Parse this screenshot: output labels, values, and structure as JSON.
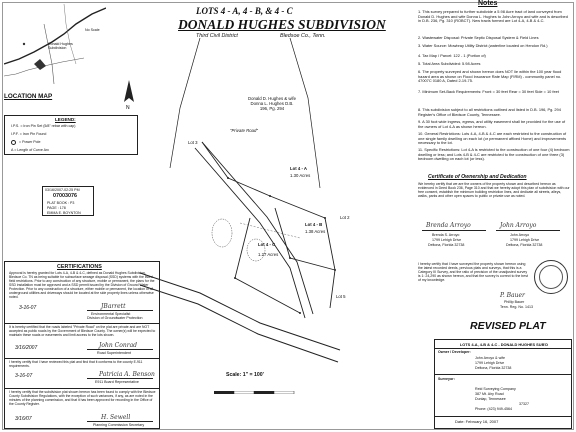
{
  "title": {
    "lots": "LOTS 4 - A, 4 - B, & 4 - C",
    "subdivision": "DONALD HUGHES SUBDIVISION",
    "district": "Third Civil District",
    "county": "Bledsoe Co., Tenn."
  },
  "location_map": {
    "label": "LOCATION MAP",
    "nts": "No Scale",
    "subdivision_label": "Donald Hughes Subdivision"
  },
  "legend": {
    "title": "LEGEND:",
    "items": [
      "I.P.S. = Iron Pin Set (5/8\" rebar with cap)",
      "I.P.F. = Iron Pin Found",
      "= Power Pole",
      "A = Length of Curve Arc"
    ]
  },
  "stamp": {
    "line1": "03/16/2007-02:25 PM",
    "book": "07003076",
    "plat": "PLAT BOOK : P3",
    "page": "PAGE : 178",
    "register": "EMMA E. BOYNTON"
  },
  "certifications": {
    "title": "CERTIFICATIONS",
    "block1": "Approval is hereby granted for Lots 4-A, 4-B & 4-C, defined as Donald Hughes Subdivision, Bledsoe Co. TN as being suitable for subsurface sewage disposal (SSD) systems with the listed field restrictions. Prior to any construction of any structure, mobile or permanent, the plans for the SSD installation must be approved and a SSD permit issued by the Division of Ground Water Protection. Prior to any construction of a structure, either mobile or permanent, the location of all underground utilities and driveways should be located at the side property lines unless otherwise noted.",
    "block1_role": "Environmental Specialist",
    "block1_div": "Division of Groundwater Protection",
    "block2": "It is hereby certified that the roads labeled \"Private Road\" on the plat are private and are NOT accepted as public roads by the Government of Bledsoe County. The owner(s) will be expected to maintain these roads or easements and limit access to the lots shown.",
    "block2_role": "Road Superintendent",
    "block3": "I hereby certify that I have reviewed this plat and find that it conforms to the county E-911 requirements.",
    "block3_role": "E911 Board Representative",
    "block4": "I hereby certify that the subdivision plat shown hereon has been found to comply with the Bledsoe County Subdivision Regulations, with the exception of such variances, if any, as are noted in the minutes of the planning commission, and that it has been approved for recording in the Office of the County Register.",
    "block4_role": "Planning Commission Secretary",
    "dates": [
      "3-16-07",
      "3/16/2007",
      "3-16-07",
      "3/16/07"
    ]
  },
  "plat": {
    "lot_4a": {
      "name": "Lot 4 - A",
      "area": "1.30 Acres"
    },
    "lot_4b": {
      "name": "Lot 4 - B",
      "area": "1.38 Acres"
    },
    "lot_4c": {
      "name": "Lot 4 - C",
      "area": "1.27 Acres"
    },
    "lot3": "Lot 3",
    "lot2": "Lot 2",
    "lot5": "Lot 5",
    "private_road": "\"Private Road\"",
    "owner_north": "Donald D. Hughes & wife Donna L. Hughes D.B. 196, Pg. 294",
    "scale": "Scale: 1\" = 100'"
  },
  "notes": {
    "title": "Notes",
    "items": [
      "1. This survey prepared to further subdivide a 5.98 Acre tract of land conveyed from Donald D. Hughes and wife Donna L. Hughes to John Arroyo and wife and is described in D.B. 236, Pg. 310 (ROBCT). New tracts formed are Lot 4-A, 4-B & 4-C.",
      "2. Wastewater Disposal: Private Septic Disposal System & Field Lines",
      "3. Water Source: Mowbray Utility District (waterline located on Hendon Rd.)",
      "4. Tax Map / Parcel: 122 - 1 (Portion of)",
      "5. Total Area Subdivided: 5.98 Acres",
      "6. The property surveyed and shown hereon does NOT lie within the 100 year flood hazard area as shown on Flood Insurance Rate Map (FIRM) - community panel no. 47007C 0180 A, Dated 2-19-75.",
      "7. Minimum Set-Back Requirements:  Front = 30 feet   Rear = 30 feet   Side = 10 feet",
      "8. This subdivision subject to all restrictions outlined and listed in D.B. 196, Pg. 294 Register's Office of Bledsoe County, Tennessee.",
      "9. A 30 foot wide ingress, egress, and utility easement shall be provided for the use of the owners of Lot 4-A as shown hereon.",
      "10. General Restrictions: Lots 4-A, 4-B & 4-C are each restricted to the construction of one single family dwelling on each lot (or permanent affixed Home) and improvements necessary to the lot.",
      "11. Specific Restrictions: Lot 4-A is restricted to the construction of one four (4) bedroom dwelling or less; and Lots 4-B & 4-C are restricted to the construction of one three (3) bedroom dwelling on each lot (or less)."
    ]
  },
  "ownership": {
    "title": "Certificate of Ownership and Dedication",
    "text": "We hereby certify that we are the owners of the property shown and described hereon as evidenced in Deed Book 236, Page 310 and that we hereby adopt this plan of subdivision with our free consent, establish the minimum building restriction lines, and dedicate all streets, alleys, walks, parks and other open spaces to public or private use as noted.",
    "owner1": "Brenda S. Arroyo",
    "owner2": "John Arroyo",
    "addr1": "1799 Lehigh Drive",
    "addr2": "Deltona, Florida 32738"
  },
  "surveyor_cert": {
    "text": "I hereby certify that I have surveyed the property shown hereon using the latest recorded deeds, previous plats and surveys, that this is a Category III Survey, and the ratio of precision of the unadjusted survey is 1: 24,290 as shown hereon, and that the survey is correct to the best of my knowledge.",
    "name": "Phillip Bauer",
    "reg": "Tenn. Reg. No. 1413"
  },
  "revised": "REVISED PLAT",
  "title_block": {
    "header": "LOTS 4-A, 4-B & 4-C - DONALD HUGHES SUB'D",
    "owner_label": "Owner / Developer:",
    "owner_lines": [
      "John Arroyo & wife",
      "1799 Lehigh Drive",
      "Deltona, Florida 32738"
    ],
    "surveyor_label": "Surveyor:",
    "surveyor_lines": [
      "Reid Surveying Company",
      "387 Mt. Airy Road",
      "Dunlap, Tennessee",
      "37327",
      "Phone: (423) 949-4564"
    ],
    "date": "Date:    February 16, 2007"
  }
}
